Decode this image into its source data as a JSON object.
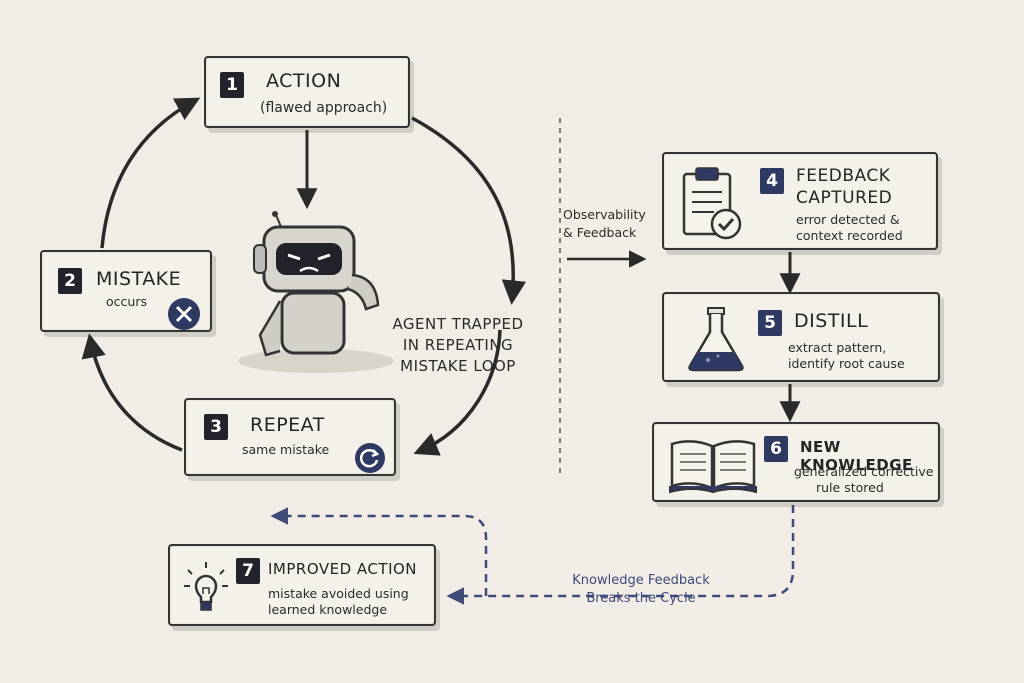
{
  "steps": {
    "s1": {
      "num": "1",
      "title": "ACTION",
      "sub": "(flawed approach)"
    },
    "s2": {
      "num": "2",
      "title": "MISTAKE",
      "sub": "occurs"
    },
    "s3": {
      "num": "3",
      "title": "REPEAT",
      "sub": "same mistake"
    },
    "s4": {
      "num": "4",
      "title1": "FEEDBACK",
      "title2": "CAPTURED",
      "sub1": "error detected &",
      "sub2": "context recorded"
    },
    "s5": {
      "num": "5",
      "title": "DISTILL",
      "sub1": "extract pattern,",
      "sub2": "identify root cause"
    },
    "s6": {
      "num": "6",
      "title": "NEW KNOWLEDGE",
      "sub1": "generalized corrective",
      "sub2": "rule stored"
    },
    "s7": {
      "num": "7",
      "title": "IMPROVED ACTION",
      "sub1": "mistake avoided using",
      "sub2": "learned knowledge"
    }
  },
  "labels": {
    "trapped1": "AGENT TRAPPED",
    "trapped2": "IN REPEATING",
    "trapped3": "MISTAKE LOOP",
    "obs1": "Observability",
    "obs2": "& Feedback",
    "kf1": "Knowledge Feedback",
    "kf2": "Breaks the Cycle"
  },
  "icons": {
    "s2": "x-circle-icon",
    "s3": "refresh-icon",
    "s4": "clipboard-check-icon",
    "s5": "flask-icon",
    "s6": "open-book-icon",
    "s7": "lightbulb-icon",
    "agent": "robot-icon"
  },
  "colors": {
    "accent": "#2f3a62",
    "ink": "#2a2a2a",
    "paper": "#f1ede6",
    "feedback_text": "#3e4a78"
  }
}
